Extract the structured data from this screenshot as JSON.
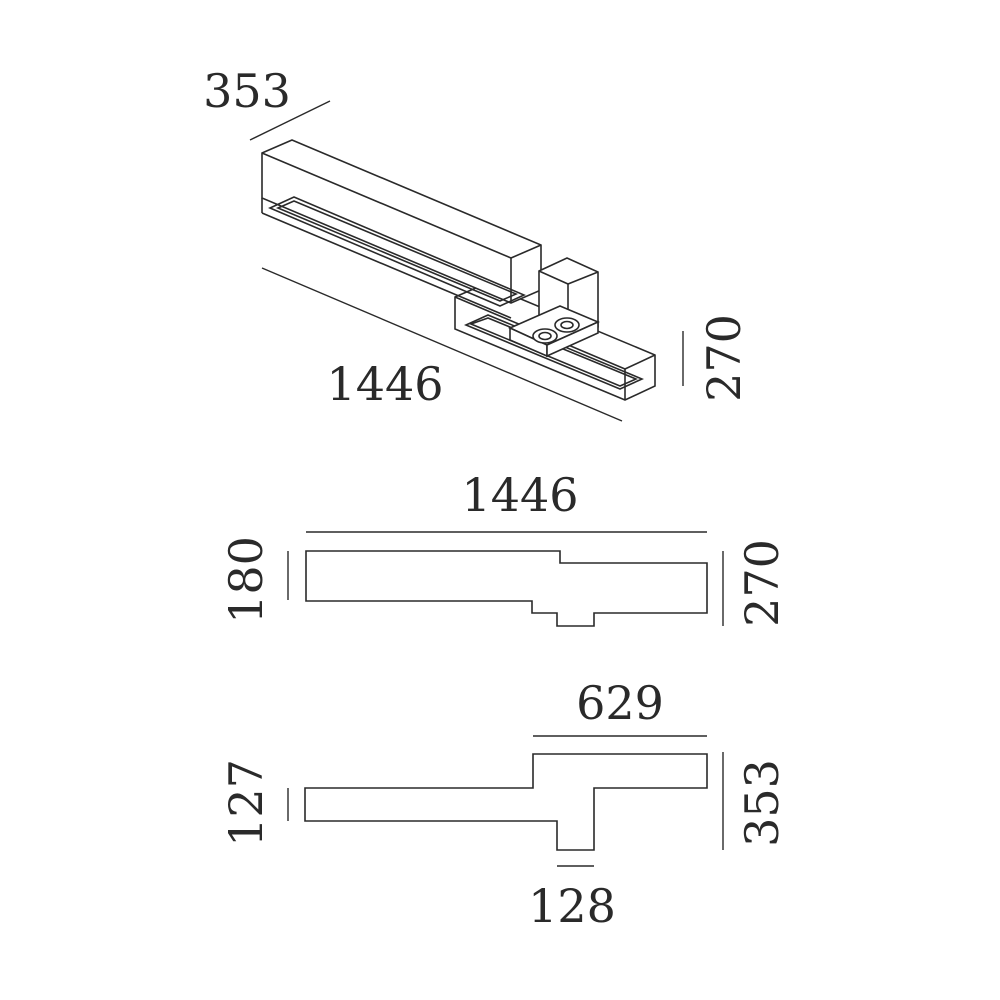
{
  "isometric_view": {
    "depth_label": "353",
    "length_label": "1446",
    "height_label": "270"
  },
  "side_view": {
    "length_label": "1446",
    "body_height_label": "180",
    "total_height_label": "270"
  },
  "top_view": {
    "head_width_label": "629",
    "body_depth_label": "127",
    "total_depth_label": "353",
    "stem_width_label": "128"
  }
}
